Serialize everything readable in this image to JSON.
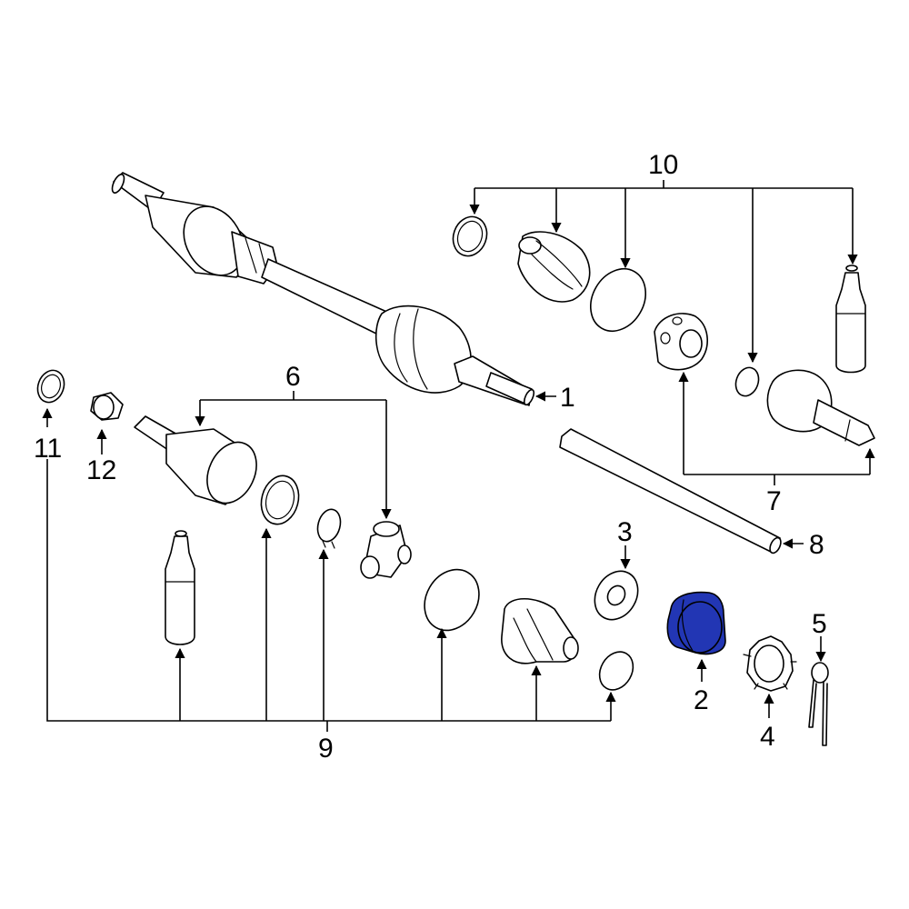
{
  "diagram": {
    "highlight_color": "#2236b4",
    "background": "#ffffff",
    "callouts": [
      {
        "id": "c1",
        "label": "1"
      },
      {
        "id": "c2",
        "label": "2"
      },
      {
        "id": "c3",
        "label": "3"
      },
      {
        "id": "c4",
        "label": "4"
      },
      {
        "id": "c5",
        "label": "5"
      },
      {
        "id": "c6",
        "label": "6"
      },
      {
        "id": "c7",
        "label": "7"
      },
      {
        "id": "c8",
        "label": "8"
      },
      {
        "id": "c9",
        "label": "9"
      },
      {
        "id": "c10",
        "label": "10"
      },
      {
        "id": "c11",
        "label": "11"
      },
      {
        "id": "c12",
        "label": "12"
      }
    ],
    "highlighted_part": "2"
  }
}
